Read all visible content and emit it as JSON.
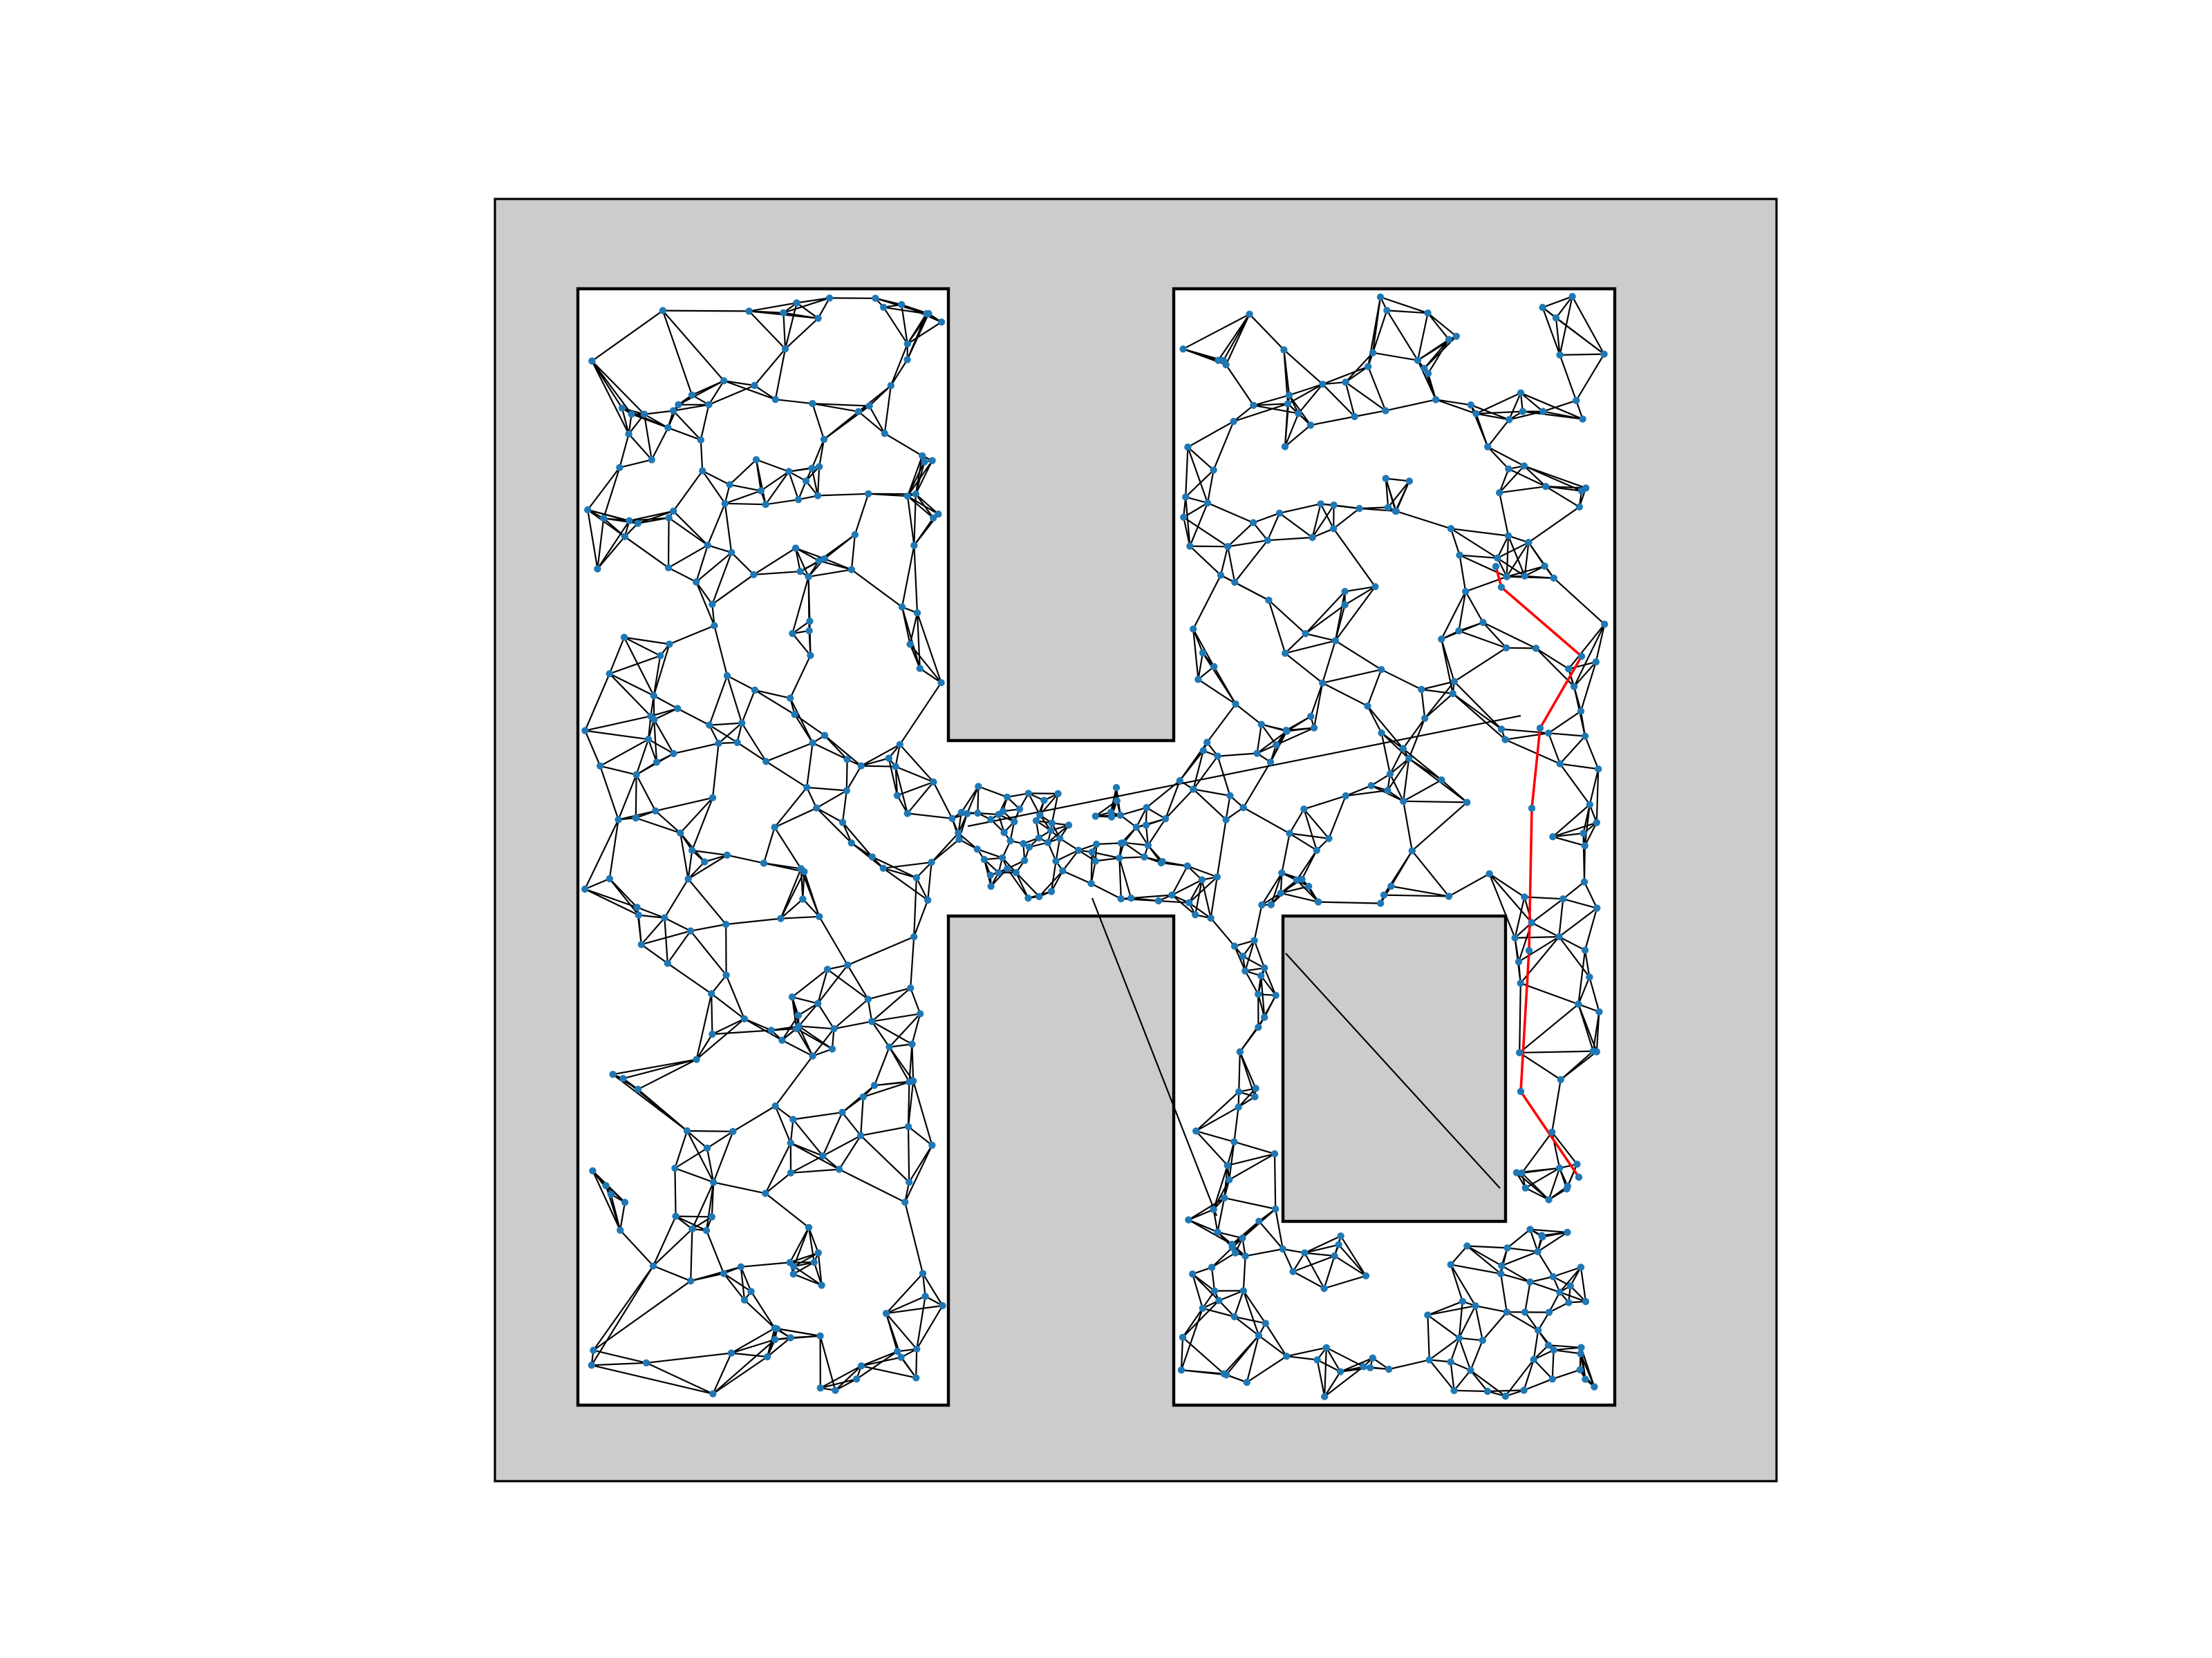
{
  "diagram": {
    "type": "probabilistic-roadmap",
    "colors": {
      "page_background": "#ffffff",
      "obstacle_fill": "#cccccc",
      "free_space_fill": "#ffffff",
      "border_stroke": "#000000",
      "edge_stroke": "#000000",
      "node_fill": "#1f77b4",
      "path_stroke": "#ff0000"
    },
    "roadmap": {
      "node_count_approx": 620,
      "edges_per_node_approx": 4,
      "random_seed": 20240611
    },
    "solution_path": {
      "color": "#ff0000",
      "waypoint_count": 8
    }
  }
}
